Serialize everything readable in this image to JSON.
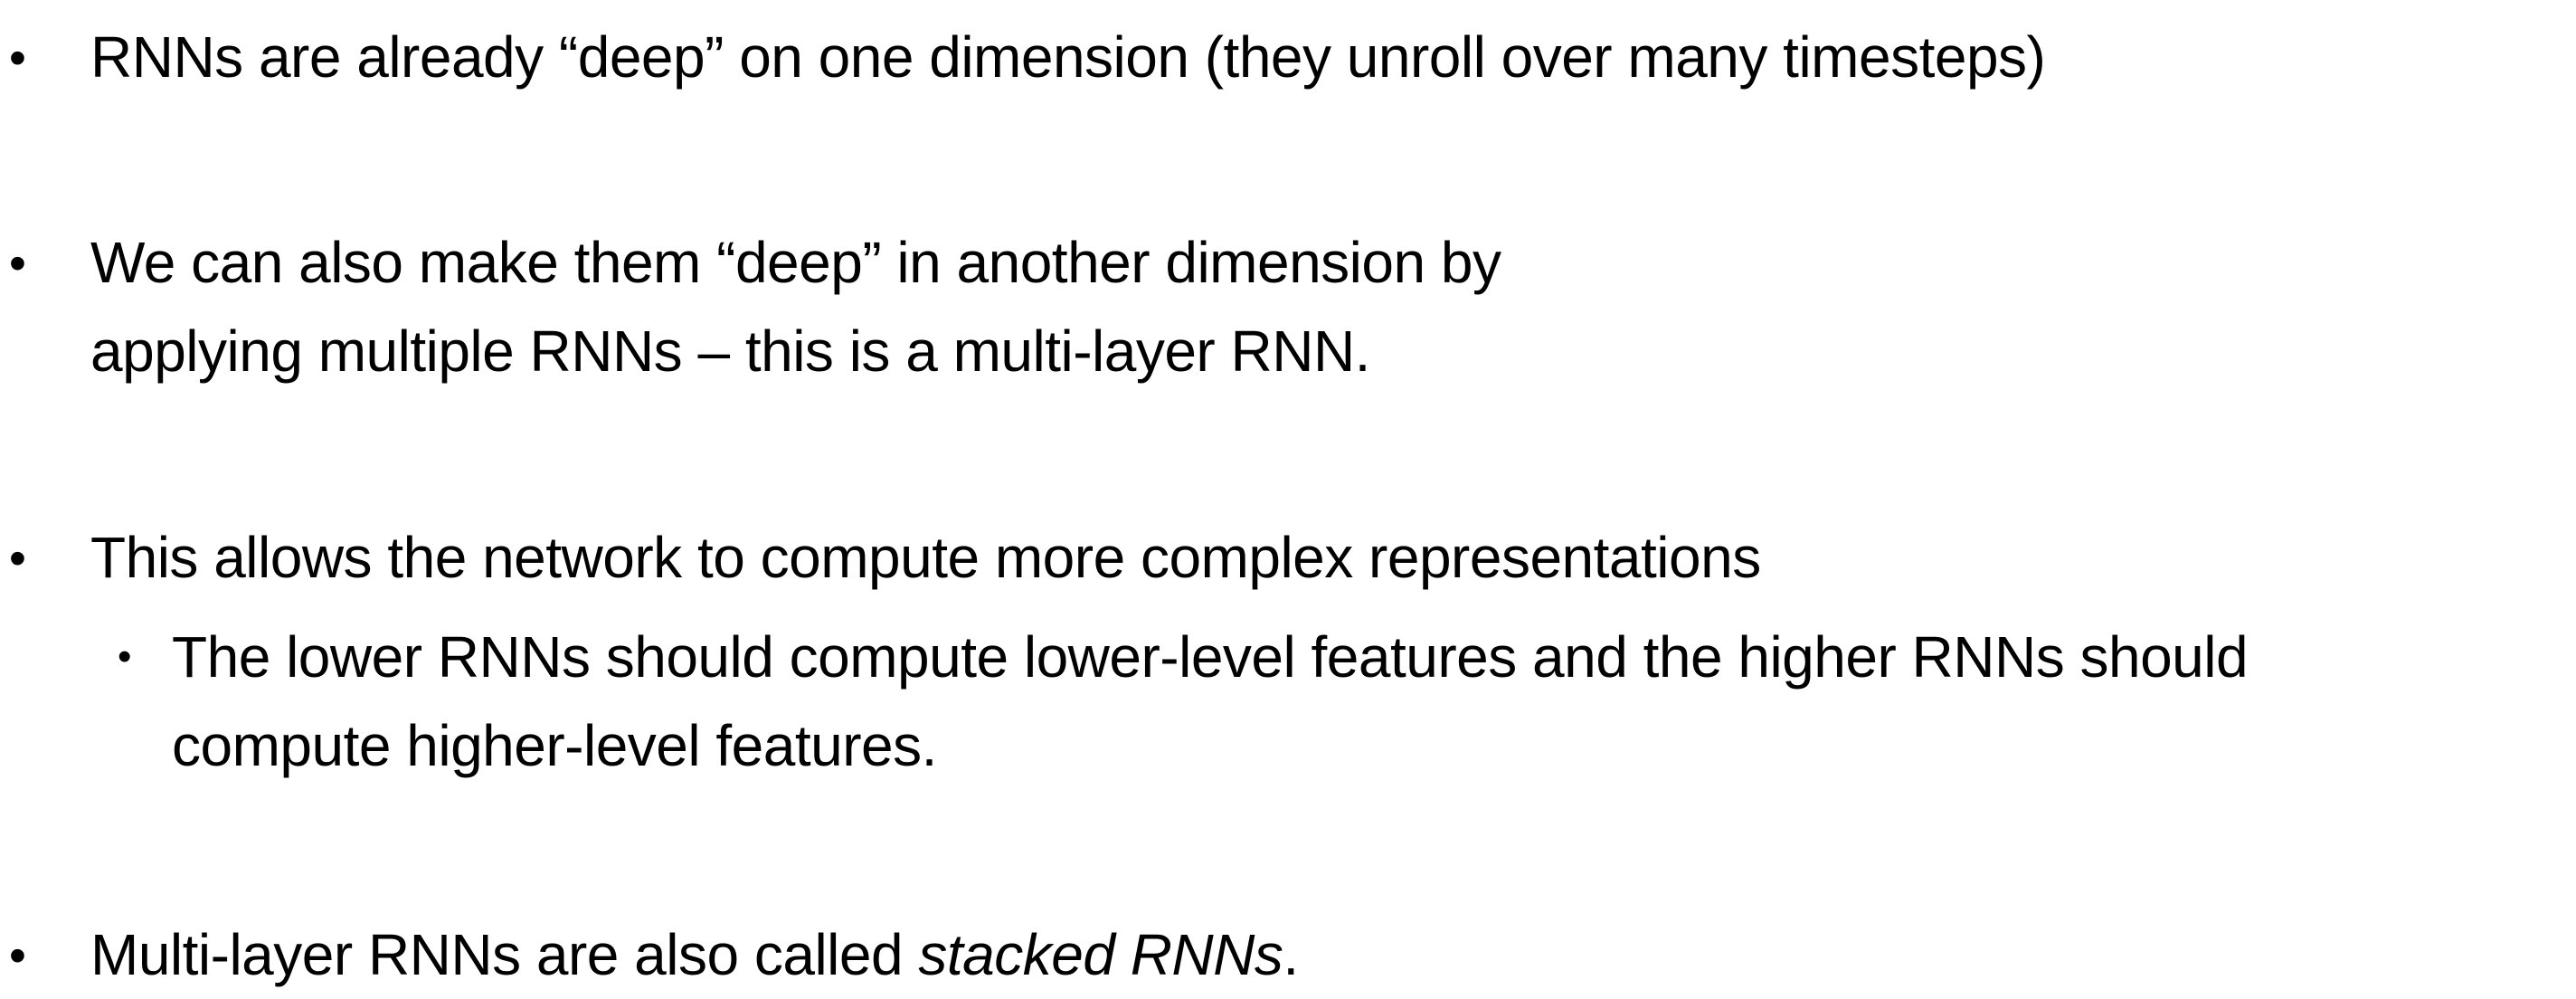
{
  "bullets": [
    {
      "text": "RNNs are already “deep” on one dimension (they unroll over many timesteps)"
    },
    {
      "line1": "We can also make them “deep” in another dimension by",
      "line2": "applying multiple RNNs – this is a multi-layer RNN."
    },
    {
      "text": "This allows the network to compute more complex representations",
      "sub": {
        "line1": "The lower RNNs should compute lower-level features and the higher RNNs should",
        "line2": "compute higher-level features."
      }
    },
    {
      "prefix": "Multi-layer RNNs are also called ",
      "emphasis": "stacked RNNs",
      "suffix": "."
    }
  ],
  "bullet_glyph": "•"
}
